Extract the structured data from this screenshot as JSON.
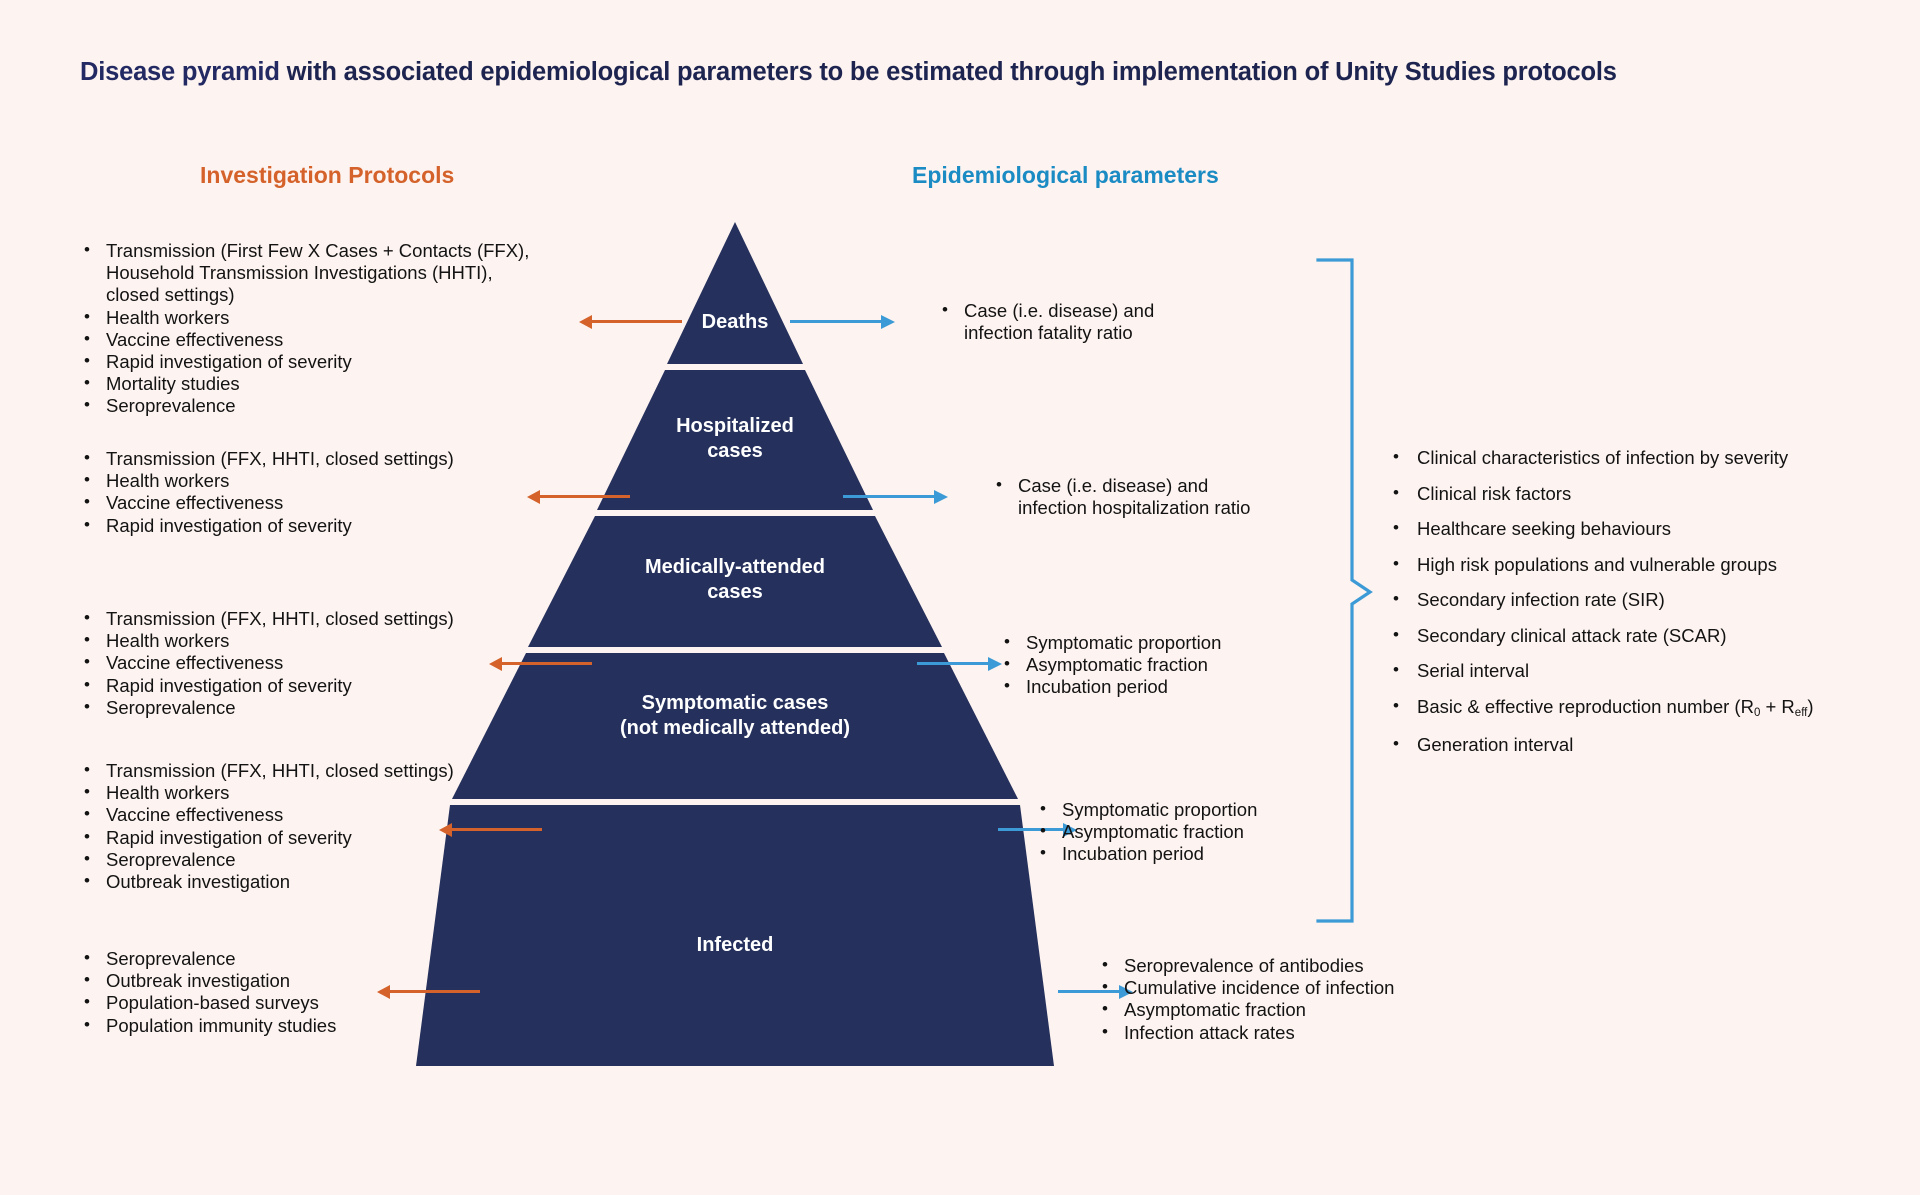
{
  "title": {
    "bold_part": "Disease pyramid",
    "rest": " with associated epidemiological parameters to be estimated through implementation of Unity Studies protocols",
    "full": "Disease pyramid with associated epidemiological parameters to be estimated through implementation of Unity Studies protocols"
  },
  "columns": {
    "protocols_heading": "Investigation Protocols",
    "parameters_heading": "Epidemiological parameters"
  },
  "colors": {
    "background": "#fdf3f0",
    "pyramid_navy": "#25305c",
    "protocol_orange": "#d4622a",
    "parameter_blue": "#1b8bc4",
    "arrow_left_orange": "#d4622a",
    "arrow_right_blue": "#3c9bd6",
    "title_navy": "#1d2450"
  },
  "pyramid": {
    "tiers": [
      {
        "id": "deaths",
        "label": "Deaths"
      },
      {
        "id": "hospitalized",
        "label": "Hospitalized\ncases"
      },
      {
        "id": "medically-attended",
        "label": "Medically-attended\ncases"
      },
      {
        "id": "symptomatic",
        "label": "Symptomatic cases\n(not medically attended)"
      },
      {
        "id": "infected",
        "label": "Infected"
      }
    ]
  },
  "protocols": [
    {
      "tier": "deaths",
      "items": [
        "Transmission (First Few X Cases + Contacts (FFX), Household Transmission Investigations (HHTI), closed settings)",
        "Health workers",
        "Vaccine effectiveness",
        "Rapid investigation of severity",
        "Mortality studies",
        "Seroprevalence"
      ]
    },
    {
      "tier": "hospitalized",
      "items": [
        "Transmission (FFX, HHTI, closed settings)",
        "Health workers",
        "Vaccine effectiveness",
        "Rapid investigation of severity"
      ]
    },
    {
      "tier": "medically-attended",
      "items": [
        "Transmission (FFX, HHTI, closed settings)",
        "Health workers",
        "Vaccine effectiveness",
        "Rapid investigation of severity",
        "Seroprevalence"
      ]
    },
    {
      "tier": "symptomatic",
      "items": [
        "Transmission (FFX, HHTI, closed settings)",
        "Health workers",
        "Vaccine effectiveness",
        "Rapid investigation of severity",
        "Seroprevalence",
        "Outbreak investigation"
      ]
    },
    {
      "tier": "infected",
      "items": [
        "Seroprevalence",
        "Outbreak investigation",
        "Population-based surveys",
        "Population immunity studies"
      ]
    }
  ],
  "parameters": [
    {
      "tier": "deaths",
      "items": [
        "Case (i.e. disease) and infection fatality ratio"
      ]
    },
    {
      "tier": "hospitalized",
      "items": [
        "Case (i.e. disease) and infection hospitalization ratio"
      ]
    },
    {
      "tier": "medically-attended",
      "items": [
        "Symptomatic proportion",
        "Asymptomatic fraction",
        "Incubation period"
      ]
    },
    {
      "tier": "symptomatic",
      "items": [
        "Symptomatic proportion",
        "Asymptomatic fraction",
        "Incubation period"
      ]
    },
    {
      "tier": "infected",
      "items": [
        "Seroprevalence of antibodies",
        "Cumulative incidence of infection",
        "Asymptomatic fraction",
        "Infection attack rates"
      ]
    }
  ],
  "cross_cutting": {
    "items": [
      "Clinical characteristics of infection by severity",
      "Clinical risk factors",
      "Healthcare seeking behaviours",
      "High risk populations and vulnerable groups",
      "Secondary infection rate (SIR)",
      "Secondary clinical attack rate (SCAR)",
      "Serial interval",
      "Basic &amp; effective reproduction number (R<sub>0</sub> + R<sub>eff</sub>)",
      "Generation interval"
    ]
  }
}
